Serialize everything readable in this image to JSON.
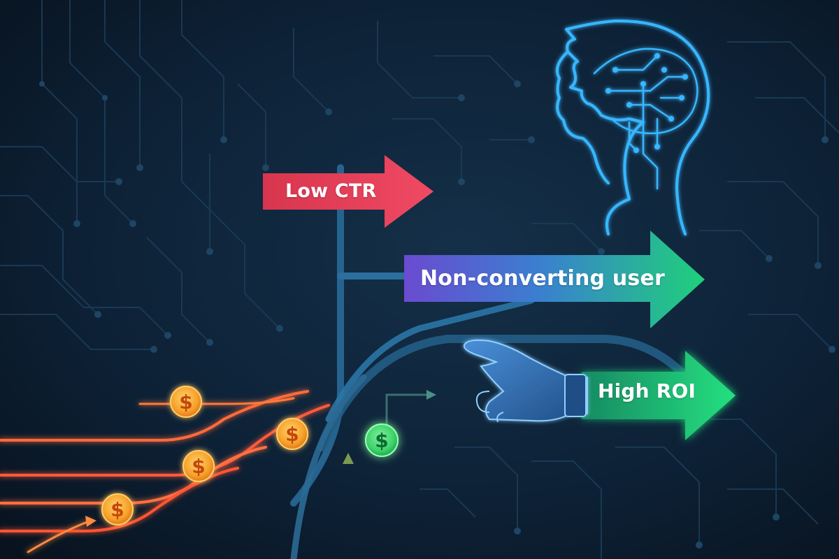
{
  "arrows": {
    "low_ctr": {
      "label": "Low CTR",
      "color": "#e8415f"
    },
    "non_converting": {
      "label": "Non-converting user",
      "color_start": "#6a4bd0",
      "color_end": "#1fd07a"
    },
    "high_roi": {
      "label": "High ROI",
      "color_start": "#1d9e6a",
      "color_end": "#24e07f"
    }
  },
  "coins": {
    "symbol": "$",
    "orange_color": "#f7a12b",
    "green_color": "#3fd46b"
  },
  "icons": {
    "brain_head": "ai-head-icon",
    "hand": "pointing-hand-icon",
    "coin": "dollar-coin-icon"
  },
  "colors": {
    "background": "#0b1a2a",
    "circuit": "#1a3a55",
    "path_orange": "#ff6a3a",
    "path_blue": "#2a6f9e",
    "head_glow": "#38b6ff"
  }
}
